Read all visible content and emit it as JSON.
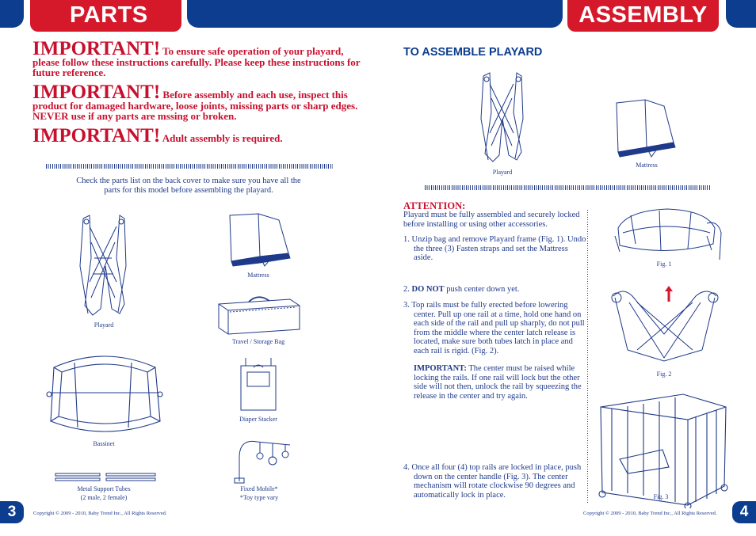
{
  "header": {
    "left_title": "PARTS",
    "right_title": "ASSEMBLY"
  },
  "left_page": {
    "important": [
      {
        "label": "IMPORTANT!",
        "text": "To ensure safe operation of your playard, please follow these instructions carefully. Please keep these instructions for future reference."
      },
      {
        "label": "IMPORTANT!",
        "text": "Before assembly and each use, inspect this product for damaged hardware, loose joints, missing parts or sharp edges. NEVER use if any parts are mssing or broken."
      },
      {
        "label": "IMPORTANT!",
        "text": "Adult assembly is required."
      }
    ],
    "intro": "Check the parts list on the back cover to make sure you have all the parts for this model before assembling the playard.",
    "parts": {
      "playard": "Playard",
      "mattress": "Mattress",
      "bag": "Travel / Storage Bag",
      "bassinet": "Bassinet",
      "stacker": "Diaper Stacker",
      "tubes_1": "Metal Support Tubes",
      "tubes_2": "(2 male, 2 female)",
      "mobile_1": "Fixed Mobile*",
      "mobile_2": "*Toy type vary"
    },
    "page_number": "3",
    "copyright": "Copyright © 2009 - 2010, Baby Trend Inc., All Rights Reserved."
  },
  "right_page": {
    "heading": "TO ASSEMBLE PLAYARD",
    "playard_caption": "Playard",
    "mattress_caption": "Mattress",
    "attention_label": "ATTENTION:",
    "attention_text": "Playard must be fully assembled and securely locked before installing or using other accessories.",
    "step1": "1. Unzip bag and remove Playard frame (Fig. 1). Undo the three (3) Fasten straps and set the Mattress aside.",
    "step2_num": "2.",
    "step2_bold": "DO NOT",
    "step2_text": "push center down yet.",
    "step3": "3. Top rails must be fully erected before lowering center. Pull up one rail at a time, hold one hand on each side of the rail and pull up sharply, do not pull from the middle where the center latch release is located, make sure both tubes latch in place and each rail is rigid. (Fig. 2).",
    "important_label": "IMPORTANT:",
    "important_text": "The center must be raised while locking the rails. If one rail will lock but the other side will not then, unlock the rail by squeezing the release in the center and try again.",
    "step4": "4. Once all four (4) top rails are locked in place, push down on the center handle (Fig. 3). The center mechanism will rotate clockwise 90 degrees and automatically lock in place.",
    "fig1": "Fig. 1",
    "fig2": "Fig. 2",
    "fig3": "Fig. 3",
    "page_number": "4",
    "copyright": "Copyright © 2009 - 2010, Baby Trend Inc., All Rights Reserved."
  },
  "colors": {
    "navy": "#0c3d8e",
    "red": "#d6182b",
    "ink": "#1f3a8a"
  }
}
